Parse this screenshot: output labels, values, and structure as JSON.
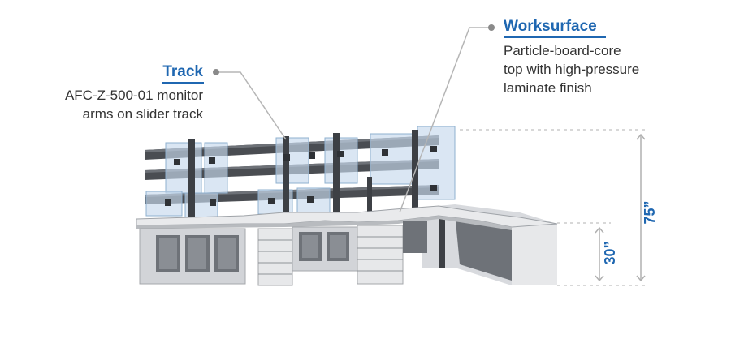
{
  "callouts": {
    "track": {
      "title": "Track",
      "lines": [
        "AFC-Z-500-01 monitor",
        "arms on slider track"
      ]
    },
    "worksurface": {
      "title": "Worksurface",
      "lines": [
        "Particle-board-core",
        "top with high-pressure",
        "laminate finish"
      ]
    }
  },
  "dimensions": {
    "overall_height": "75”",
    "worksurface_height": "30”"
  },
  "colors": {
    "accent": "#1f67b1",
    "body_text": "#333333",
    "leader": "#b5b5b5",
    "dimension_line": "#b0b0b0"
  }
}
